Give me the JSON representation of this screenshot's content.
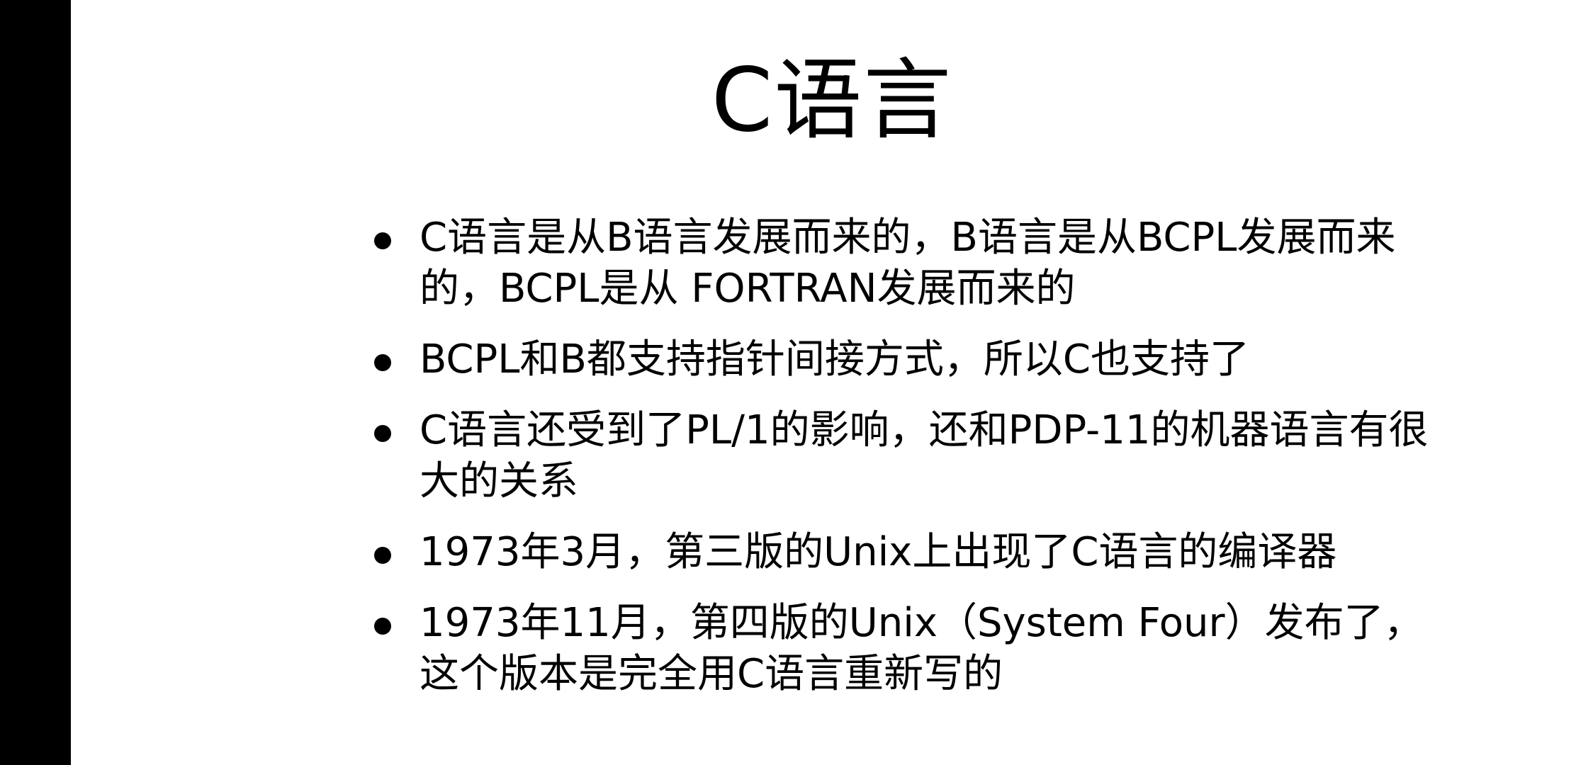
{
  "slide": {
    "title": "C语言",
    "bullets": [
      "C语言是从B语言发展而来的，B语言是从BCPL发展而来的，BCPL是从 FORTRAN发展而来的",
      "BCPL和B都支持指针间接方式，所以C也支持了",
      "C语言还受到了PL/1的影响，还和PDP-11的机器语言有很大的关系",
      "1973年3月，第三版的Unix上出现了C语言的编译器",
      "1973年11月，第四版的Unix（System Four）发布了，这个版本是完全用C语言重新写的"
    ]
  },
  "colors": {
    "background": "#000000",
    "slide": "#ffffff",
    "text": "#000000"
  }
}
